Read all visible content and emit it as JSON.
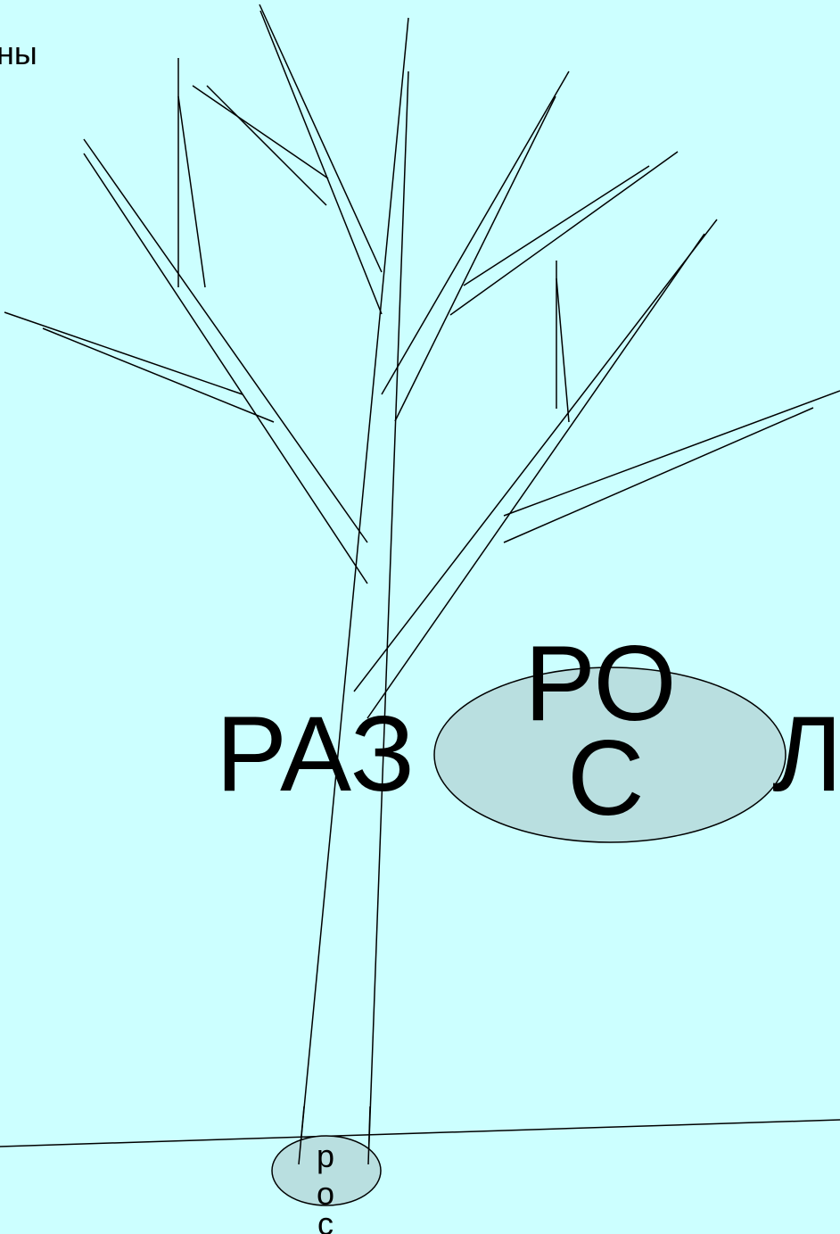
{
  "slide": {
    "corner_text": "ны",
    "big_word": {
      "prefix": "РАЗ",
      "root_line1": "РО",
      "root_line2": "С",
      "suffix": "Л"
    },
    "small_root": {
      "letter1": "р",
      "letter2": "о",
      "letter3": "с"
    }
  },
  "colors": {
    "background": "#ccffff",
    "root_highlight": "#b9dfe0",
    "line": "#000000"
  }
}
